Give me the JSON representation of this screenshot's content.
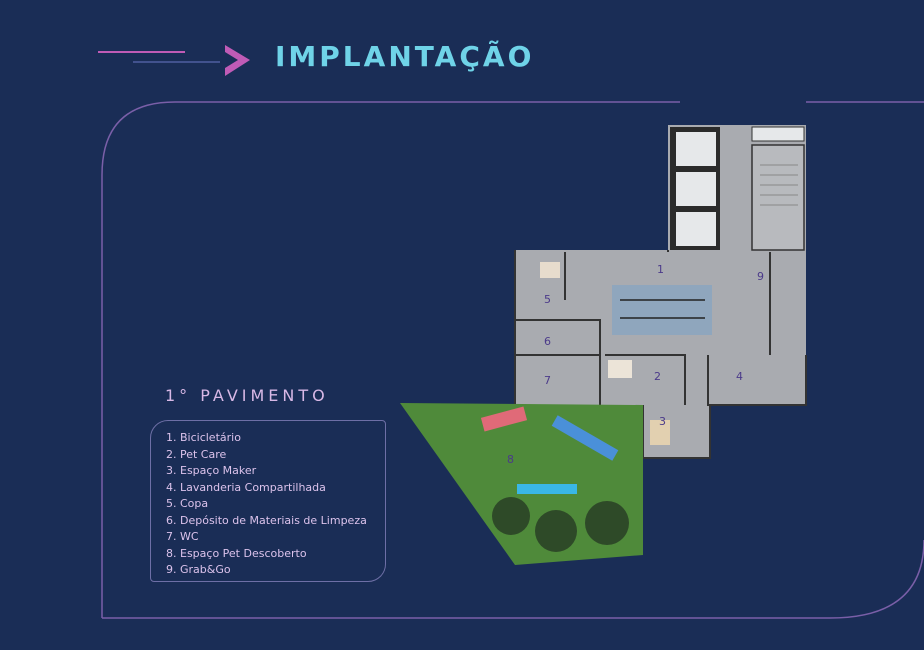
{
  "header": {
    "title": "IMPLANTAÇÃO",
    "arrow_icon": "chevron-right-icon"
  },
  "floor": {
    "subtitle": "1° PAVIMENTO"
  },
  "legend": {
    "items": [
      "1. Bicicletário",
      "2. Pet Care",
      "3. Espaço Maker",
      "4. Lavanderia Compartilhada",
      "5. Copa",
      "6. Depósito de Materiais de Limpeza",
      "7. WC",
      "8. Espaço Pet Descoberto",
      "9. Grab&Go"
    ]
  },
  "plan": {
    "room_numbers": [
      "1",
      "2",
      "3",
      "4",
      "5",
      "6",
      "7",
      "8",
      "9"
    ]
  },
  "colors": {
    "background": "#1a2d56",
    "title": "#6fd3e8",
    "accent": "#c05bb6",
    "frame": "#7a5fa8"
  }
}
